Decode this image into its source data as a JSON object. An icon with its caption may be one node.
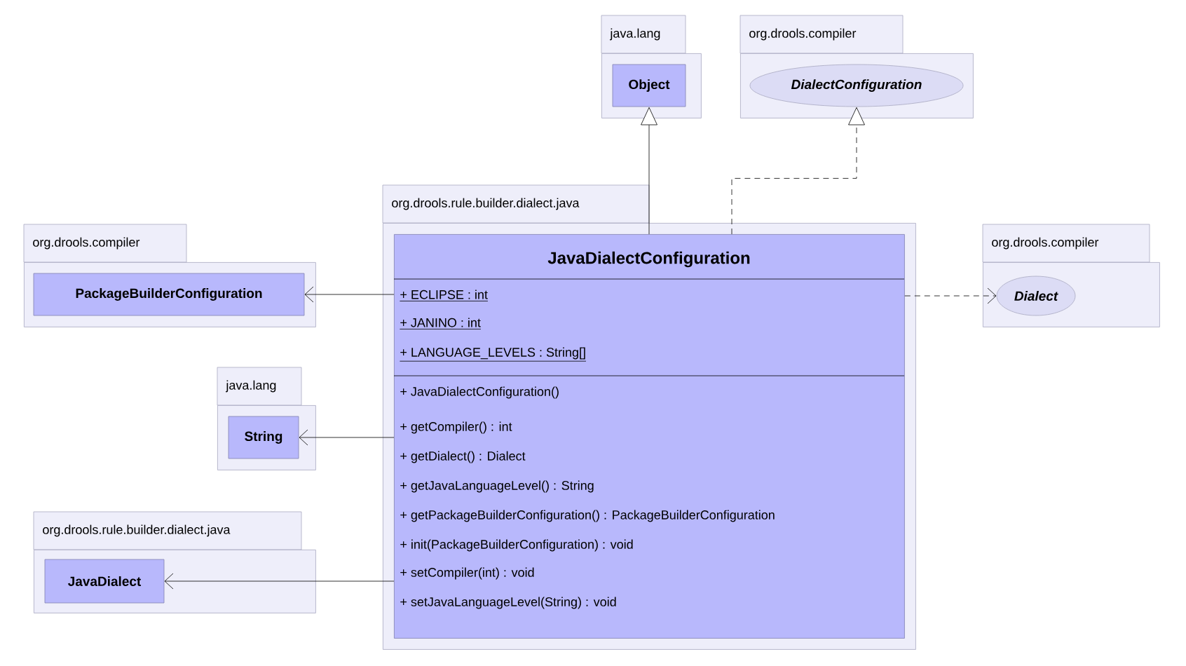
{
  "diagram": {
    "nodes": [
      {
        "text": [
          "java.lang"
        ]
      },
      {
        "text": [
          "Object"
        ],
        "in": 0
      },
      {
        "text": [
          "org.drools.compiler"
        ]
      },
      {
        "text": [
          "DialectConfiguration"
        ],
        "in": 2
      },
      {
        "text": [
          "org.drools.compiler"
        ]
      },
      {
        "text": [
          "PackageBuilderConfiguration"
        ],
        "in": 4
      },
      {
        "text": [
          "org.drools.rule.builder.dialect.java"
        ]
      },
      {
        "text": [
          "JavaDialectConfiguration",
          "+ ECLIPSE : int",
          "+ JANINO : int",
          "+ LANGUAGE_LEVELS : String[]",
          "+ JavaDialectConfiguration()",
          "+ getCompiler() : int",
          "+ getDialect() : Dialect",
          "+ getJavaLanguageLevel() : String",
          "+ getPackageBuilderConfiguration() : PackageBuilderConfiguration",
          "+ init(PackageBuilderConfiguration) : void",
          "+ setCompiler(int) : void",
          "+ setJavaLanguageLevel(String) : void"
        ],
        "in": 6
      },
      {
        "text": [
          "org.drools.compiler"
        ]
      },
      {
        "text": [
          "Dialect"
        ],
        "in": 8
      },
      {
        "text": [
          "java.lang"
        ]
      },
      {
        "text": [
          "String"
        ],
        "in": 10
      },
      {
        "text": [
          "org.drools.rule.builder.dialect.java"
        ]
      },
      {
        "text": [
          "JavaDialect"
        ],
        "in": 12
      }
    ],
    "edges": [
      {
        "from": 7,
        "to": 1,
        "arrow": "to"
      },
      {
        "from": 7,
        "to": 3,
        "arrow": "to",
        "style": "dashed"
      },
      {
        "from": 7,
        "to": 5,
        "arrow": "to"
      },
      {
        "from": 7,
        "to": 9,
        "arrow": "to",
        "style": "dashed"
      },
      {
        "from": 7,
        "to": 11,
        "arrow": "to"
      },
      {
        "from": 7,
        "to": 13,
        "arrow": "to"
      }
    ]
  }
}
